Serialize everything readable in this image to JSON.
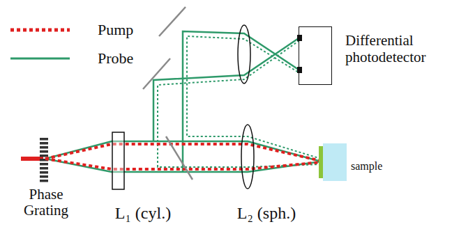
{
  "diagram": {
    "nodes": [
      {
        "text": [
          "Differential photodetector"
        ]
      }
    ],
    "edges": [],
    "labels": [
      "Phase Grating",
      "L₁ (cyl.)",
      "L₂ (sph.)",
      "sample"
    ],
    "legend": [
      {
        "text": "Pump"
      },
      {
        "text": "Probe"
      }
    ]
  }
}
